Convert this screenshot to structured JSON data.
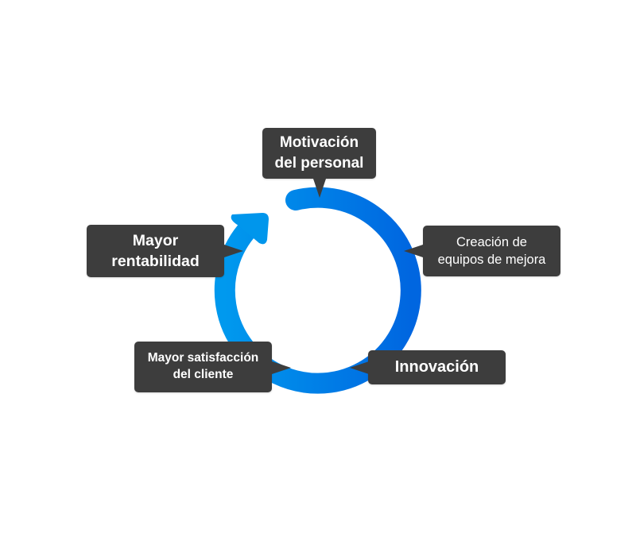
{
  "diagram": {
    "type": "cycle",
    "colors": {
      "ring_start": "#0099ee",
      "ring_end": "#0066e0",
      "callout_bg": "#3d3d3d",
      "callout_text": "#ffffff"
    },
    "steps": [
      {
        "line1": "Motivación",
        "line2": "del personal"
      },
      {
        "line1": "Creación de",
        "line2": "equipos de mejora"
      },
      {
        "line1": "Innovación",
        "line2": ""
      },
      {
        "line1": "Mayor satisfacción",
        "line2": "del cliente"
      },
      {
        "line1": "Mayor",
        "line2": "rentabilidad"
      }
    ]
  }
}
